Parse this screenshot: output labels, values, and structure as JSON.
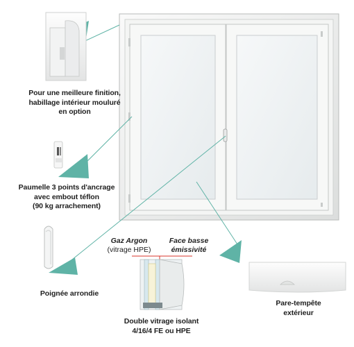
{
  "captions": {
    "finition": [
      "Pour une meilleure finition,",
      "habillage intérieur mouluré",
      "en option"
    ],
    "paumelle": [
      "Paumelle 3 points d'ancrage",
      "avec embout téflon",
      "(90 kg arrachement)"
    ],
    "poignee": [
      "Poignée arrondie"
    ],
    "vitrage": [
      "Double vitrage isolant",
      "4/16/4 FE ou HPE"
    ],
    "pare_tempete": [
      "Pare-tempête",
      "extérieur"
    ]
  },
  "glass_labels": {
    "gaz": {
      "title": "Gaz Argon",
      "sub": "(vitrage HPE)"
    },
    "face": {
      "title": "Face basse",
      "sub": "émissivité"
    }
  },
  "colors": {
    "pointer": "#5fb3a6",
    "frame": "#f3f4f3",
    "frame_edge": "#c9cccb",
    "glass": "#eef3f5",
    "low_e_line": "#d9362b"
  }
}
